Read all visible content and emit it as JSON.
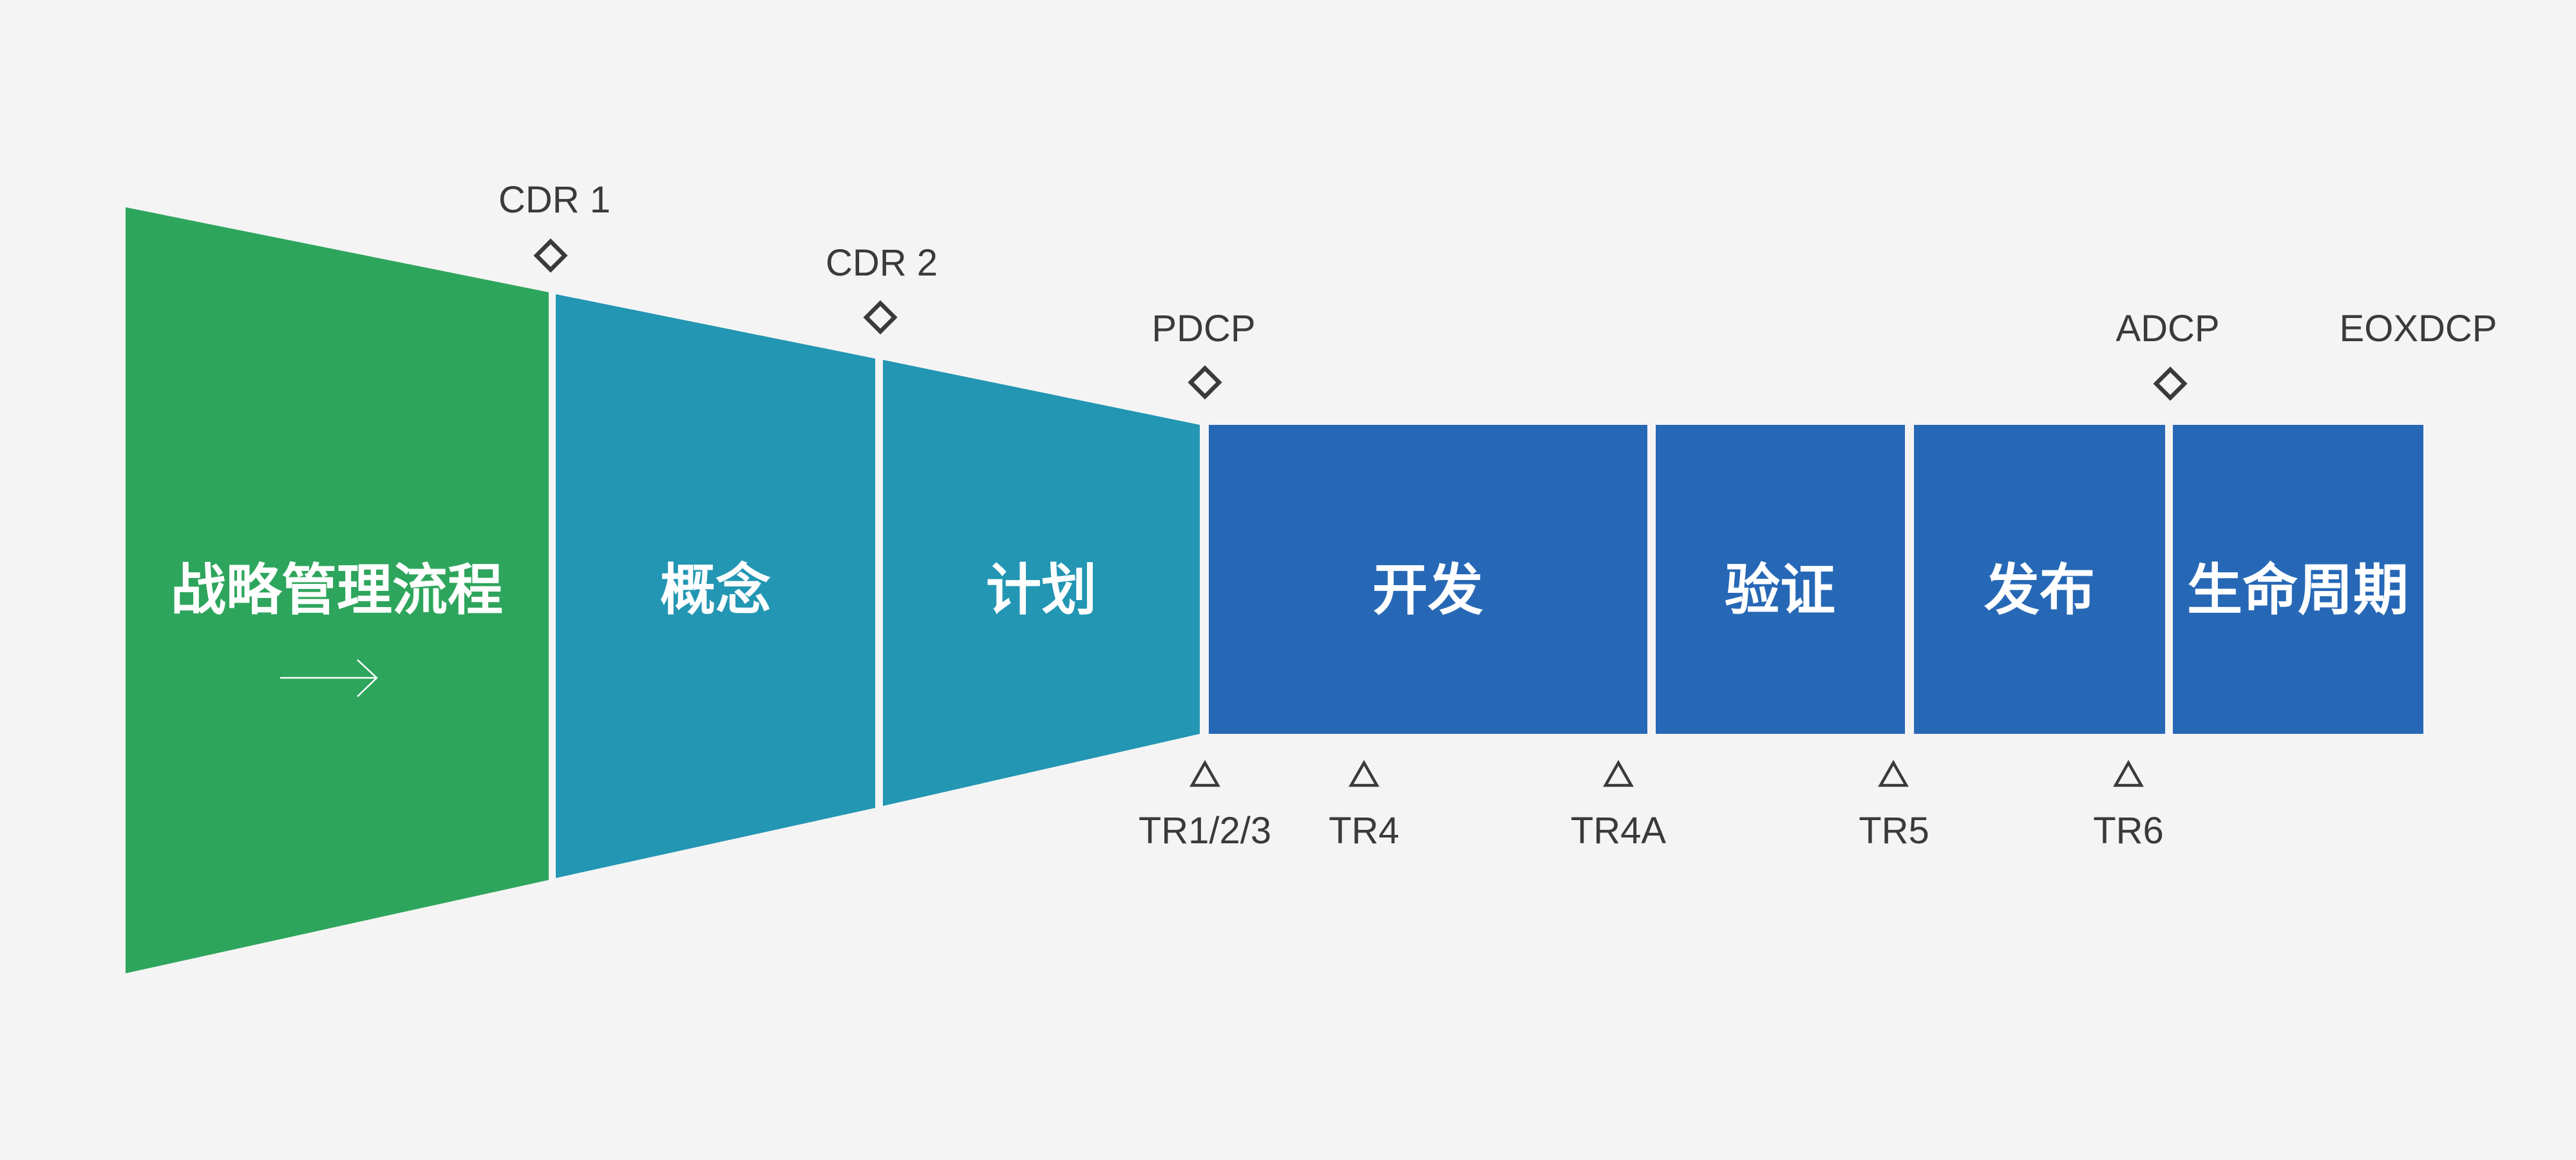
{
  "colors": {
    "background": "#F5F4F4",
    "strategy_green": "#2EA55C",
    "concept_plan_teal": "#2296B3",
    "execution_blue": "#2768B6",
    "marker_dark": "#3A3A3A",
    "phase_text_white": "#FFFFFF",
    "arrow_white": "#FFFFFF"
  },
  "phases": [
    {
      "label": "战略管理流程"
    },
    {
      "label": "概念"
    },
    {
      "label": "计划"
    },
    {
      "label": "开发"
    },
    {
      "label": "验证"
    },
    {
      "label": "发布"
    },
    {
      "label": "生命周期"
    }
  ],
  "decision_checkpoints": [
    {
      "label": "CDR 1"
    },
    {
      "label": "CDR 2"
    },
    {
      "label": "PDCP"
    },
    {
      "label": "ADCP"
    },
    {
      "label": "EOXDCP"
    }
  ],
  "tech_reviews": [
    {
      "label": "TR1/2/3"
    },
    {
      "label": "TR4"
    },
    {
      "label": "TR4A"
    },
    {
      "label": "TR5"
    },
    {
      "label": "TR6"
    }
  ]
}
